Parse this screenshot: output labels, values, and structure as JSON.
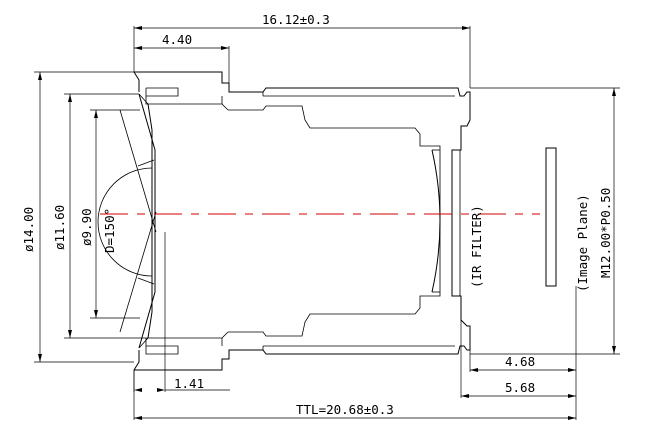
{
  "dimensions": {
    "overall_length": "16.12±0.3",
    "flange_length": "4.40",
    "diameter_outer": "ø14.00",
    "diameter_mid": "ø11.60",
    "diameter_front": "ø9.90",
    "field_of_view": "D=150°",
    "front_offset": "1.41",
    "thread": "M12.00*P0.50",
    "image_plane_distance_a": "4.68",
    "image_plane_distance_b": "5.68",
    "total_track_length": "TTL=20.68±0.3"
  },
  "labels": {
    "ir_filter": "(IR FILTER)",
    "image_plane": "(Image Plane)"
  },
  "colors": {
    "outline": "#000000",
    "optical_axis": "#d00000"
  }
}
